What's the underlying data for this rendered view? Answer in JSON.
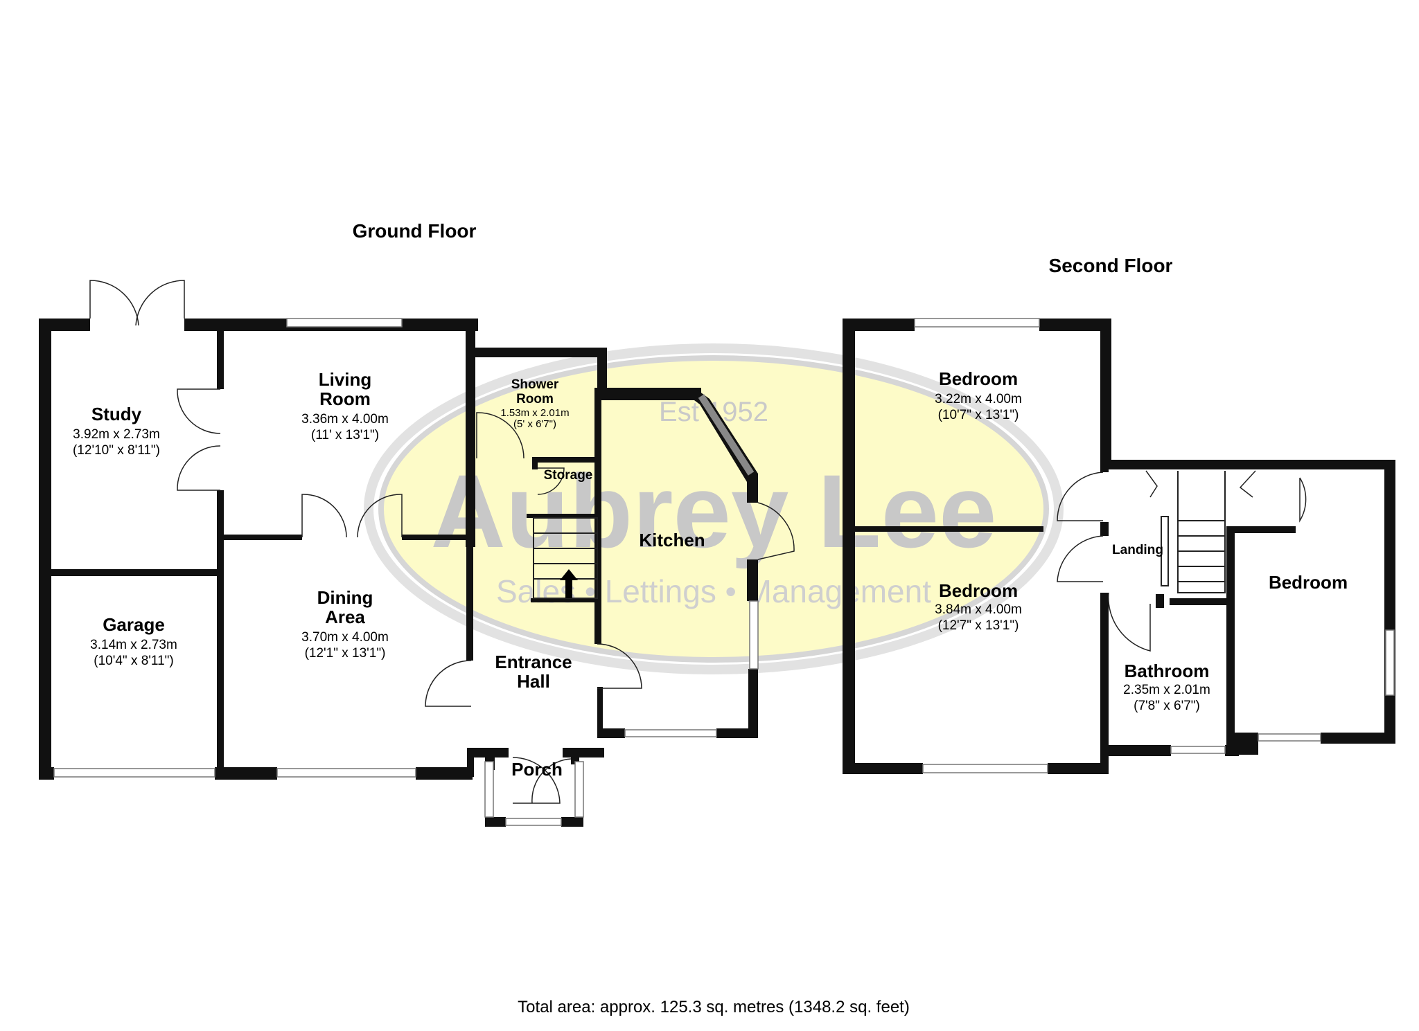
{
  "floors": {
    "ground": {
      "title": "Ground Floor"
    },
    "second": {
      "title": "Second Floor"
    }
  },
  "rooms": {
    "study": {
      "name": "Study",
      "metric": "3.92m x 2.73m",
      "imperial": "(12'10\" x 8'11\")"
    },
    "living_room": {
      "name_line1": "Living",
      "name_line2": "Room",
      "metric": "3.36m x 4.00m",
      "imperial": "(11' x 13'1\")"
    },
    "shower_room": {
      "name_line1": "Shower",
      "name_line2": "Room",
      "metric": "1.53m x 2.01m",
      "imperial": "(5' x 6'7\")"
    },
    "storage": {
      "name": "Storage"
    },
    "kitchen": {
      "name": "Kitchen"
    },
    "garage": {
      "name": "Garage",
      "metric": "3.14m x 2.73m",
      "imperial": "(10'4\" x 8'11\")"
    },
    "dining_area": {
      "name_line1": "Dining",
      "name_line2": "Area",
      "metric": "3.70m x 4.00m",
      "imperial": "(12'1\" x 13'1\")"
    },
    "entrance_hall": {
      "name_line1": "Entrance",
      "name_line2": "Hall"
    },
    "porch": {
      "name": "Porch"
    },
    "bedroom_1": {
      "name": "Bedroom",
      "metric": "3.22m x 4.00m",
      "imperial": "(10'7\" x 13'1\")"
    },
    "bedroom_2": {
      "name": "Bedroom",
      "metric": "3.84m x 4.00m",
      "imperial": "(12'7\" x 13'1\")"
    },
    "landing": {
      "name": "Landing"
    },
    "bedroom_3": {
      "name": "Bedroom"
    },
    "bathroom": {
      "name": "Bathroom",
      "metric": "2.35m x 2.01m",
      "imperial": "(7'8\" x 6'7\")"
    }
  },
  "watermark": {
    "est": "Est 1952",
    "brand": "Aubrey Lee",
    "tagline": "Sales • Lettings • Management",
    "fill_color": "#fdfbc8",
    "ring_color": "#dcdcdc"
  },
  "total_area": "Total area: approx. 125.3 sq. metres (1348.2 sq. feet)",
  "colors": {
    "wall": "#111111",
    "background": "#ffffff"
  }
}
